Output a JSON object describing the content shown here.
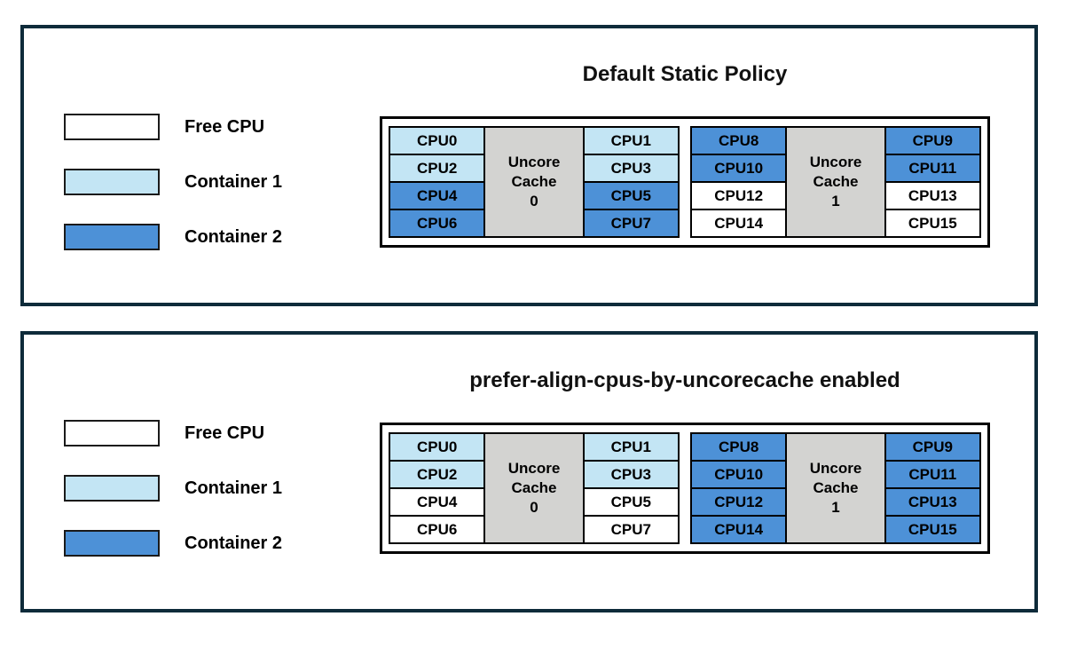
{
  "colors": {
    "free": "#FFFFFF",
    "container1": "#C3E5F4",
    "container2": "#4D91D7",
    "cache": "#D3D3D1",
    "panel_border": "#0E2B3A"
  },
  "legend": {
    "items": [
      {
        "label": "Free CPU",
        "state": "free"
      },
      {
        "label": "Container 1",
        "state": "container1"
      },
      {
        "label": "Container 2",
        "state": "container2"
      }
    ]
  },
  "panels": [
    {
      "title": "Default Static Policy",
      "groups": [
        {
          "cache_lines": [
            "Uncore",
            "Cache",
            "0"
          ],
          "left": [
            {
              "label": "CPU0",
              "state": "container1"
            },
            {
              "label": "CPU2",
              "state": "container1"
            },
            {
              "label": "CPU4",
              "state": "container2"
            },
            {
              "label": "CPU6",
              "state": "container2"
            }
          ],
          "right": [
            {
              "label": "CPU1",
              "state": "container1"
            },
            {
              "label": "CPU3",
              "state": "container1"
            },
            {
              "label": "CPU5",
              "state": "container2"
            },
            {
              "label": "CPU7",
              "state": "container2"
            }
          ]
        },
        {
          "cache_lines": [
            "Uncore",
            "Cache",
            "1"
          ],
          "left": [
            {
              "label": "CPU8",
              "state": "container2"
            },
            {
              "label": "CPU10",
              "state": "container2"
            },
            {
              "label": "CPU12",
              "state": "free"
            },
            {
              "label": "CPU14",
              "state": "free"
            }
          ],
          "right": [
            {
              "label": "CPU9",
              "state": "container2"
            },
            {
              "label": "CPU11",
              "state": "container2"
            },
            {
              "label": "CPU13",
              "state": "free"
            },
            {
              "label": "CPU15",
              "state": "free"
            }
          ]
        }
      ]
    },
    {
      "title": "prefer-align-cpus-by-uncorecache enabled",
      "groups": [
        {
          "cache_lines": [
            "Uncore",
            "Cache",
            "0"
          ],
          "left": [
            {
              "label": "CPU0",
              "state": "container1"
            },
            {
              "label": "CPU2",
              "state": "container1"
            },
            {
              "label": "CPU4",
              "state": "free"
            },
            {
              "label": "CPU6",
              "state": "free"
            }
          ],
          "right": [
            {
              "label": "CPU1",
              "state": "container1"
            },
            {
              "label": "CPU3",
              "state": "container1"
            },
            {
              "label": "CPU5",
              "state": "free"
            },
            {
              "label": "CPU7",
              "state": "free"
            }
          ]
        },
        {
          "cache_lines": [
            "Uncore",
            "Cache",
            "1"
          ],
          "left": [
            {
              "label": "CPU8",
              "state": "container2"
            },
            {
              "label": "CPU10",
              "state": "container2"
            },
            {
              "label": "CPU12",
              "state": "container2"
            },
            {
              "label": "CPU14",
              "state": "container2"
            }
          ],
          "right": [
            {
              "label": "CPU9",
              "state": "container2"
            },
            {
              "label": "CPU11",
              "state": "container2"
            },
            {
              "label": "CPU13",
              "state": "container2"
            },
            {
              "label": "CPU15",
              "state": "container2"
            }
          ]
        }
      ]
    }
  ]
}
